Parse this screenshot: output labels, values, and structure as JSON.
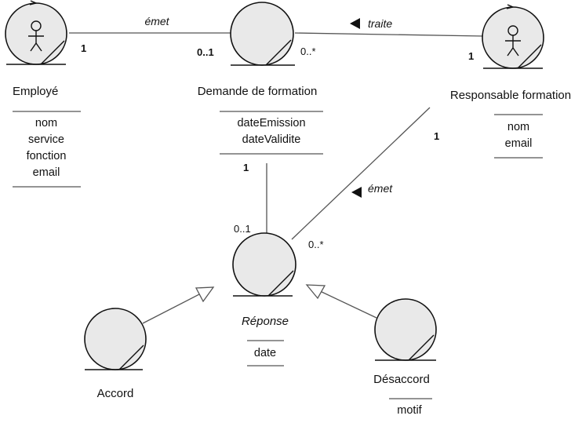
{
  "classes": {
    "employe": {
      "name": "Employé",
      "attributes": [
        "nom",
        "service",
        "fonction",
        "email"
      ]
    },
    "demande": {
      "name": "Demande de formation",
      "attributes": [
        "dateEmission",
        "dateValidite"
      ]
    },
    "responsable": {
      "name": "Responsable formation",
      "attributes": [
        "nom",
        "email"
      ]
    },
    "reponse": {
      "name": "Réponse",
      "attributes": [
        "date"
      ]
    },
    "accord": {
      "name": "Accord",
      "attributes": []
    },
    "desaccord": {
      "name": "Désaccord",
      "attributes": [
        "motif"
      ]
    }
  },
  "associations": {
    "emet1": {
      "label": "émet",
      "mult_employe": "1",
      "mult_demande": "0..1"
    },
    "traite": {
      "label": "traite",
      "mult_demande": "0..*",
      "mult_responsable": "1"
    },
    "emet2": {
      "label": "émet",
      "mult_responsable": "1",
      "mult_reponse": "0..*"
    },
    "concerne": {
      "mult_demande": "1",
      "mult_reponse": "0..1"
    }
  }
}
